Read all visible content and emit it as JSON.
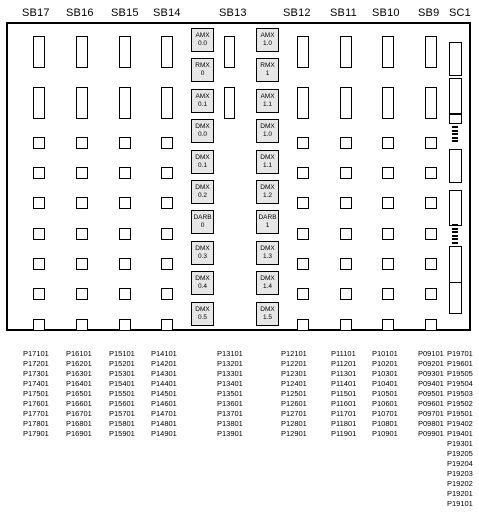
{
  "headers": [
    "SB17",
    "SB16",
    "SB15",
    "SB14",
    "SB13",
    "SB12",
    "SB11",
    "SB10",
    "SB9",
    "SC1"
  ],
  "modules_left": [
    {
      "name": "AMX",
      "value": "0.0"
    },
    {
      "name": "RMX",
      "value": "0"
    },
    {
      "name": "AMX",
      "value": "0.1"
    },
    {
      "name": "DMX",
      "value": "0.0"
    },
    {
      "name": "DMX",
      "value": "0.1"
    },
    {
      "name": "DMX",
      "value": "0.2"
    },
    {
      "name": "DARB",
      "value": "0"
    },
    {
      "name": "DMX",
      "value": "0.3"
    },
    {
      "name": "DMX",
      "value": "0.4"
    },
    {
      "name": "DMX",
      "value": "0.5"
    }
  ],
  "modules_right": [
    {
      "name": "AMX",
      "value": "1.0"
    },
    {
      "name": "RMX",
      "value": "1"
    },
    {
      "name": "AMX",
      "value": "1.1"
    },
    {
      "name": "DMX",
      "value": "1.0"
    },
    {
      "name": "DMX",
      "value": "1.1"
    },
    {
      "name": "DMX",
      "value": "1.2"
    },
    {
      "name": "DARB",
      "value": "1"
    },
    {
      "name": "DMX",
      "value": "1.3"
    },
    {
      "name": "DMX",
      "value": "1.4"
    },
    {
      "name": "DMX",
      "value": "1.5"
    }
  ],
  "port_columns": [
    {
      "id": "sb17",
      "items": [
        "P17101",
        "P17201",
        "P17301",
        "P17401",
        "P17501",
        "P17601",
        "P17701",
        "P17801",
        "P17901"
      ]
    },
    {
      "id": "sb16",
      "items": [
        "P16101",
        "P16201",
        "P16301",
        "P16401",
        "P16501",
        "P16601",
        "P16701",
        "P16801",
        "P16901"
      ]
    },
    {
      "id": "sb15",
      "items": [
        "P15101",
        "P15201",
        "P15301",
        "P15401",
        "P15501",
        "P15601",
        "P15701",
        "P15801",
        "P15901"
      ]
    },
    {
      "id": "sb14",
      "items": [
        "P14101",
        "P14201",
        "P14301",
        "P14401",
        "P14501",
        "P14601",
        "P14701",
        "P14801",
        "P14901"
      ]
    },
    {
      "id": "sb13",
      "items": [
        "P13101",
        "P13201",
        "P13301",
        "P13401",
        "P13501",
        "P13601",
        "P13701",
        "P13801",
        "P13901"
      ]
    },
    {
      "id": "sb12",
      "items": [
        "P12101",
        "P12201",
        "P12301",
        "P12401",
        "P12501",
        "P12601",
        "P12701",
        "P12801",
        "P12901"
      ]
    },
    {
      "id": "sb11",
      "items": [
        "P11101",
        "P11201",
        "P11301",
        "P11401",
        "P11501",
        "P11601",
        "P11701",
        "P11801",
        "P11901"
      ]
    },
    {
      "id": "sb10",
      "items": [
        "P10101",
        "P10201",
        "P10301",
        "P10401",
        "P10501",
        "P10601",
        "P10701",
        "P10801",
        "P10901"
      ]
    },
    {
      "id": "sb9",
      "items": [
        "P09101",
        "P09201",
        "P09301",
        "P09401",
        "P09501",
        "P09601",
        "P09701",
        "P09801",
        "P09901"
      ]
    },
    {
      "id": "sc1",
      "items": [
        "P19701",
        "P19601",
        "P19505",
        "P19504",
        "P19503",
        "P19502",
        "P19501",
        "P19402",
        "P19401",
        "P19301",
        "P19205",
        "P19204",
        "P19203",
        "P19202",
        "P19201",
        "P19101"
      ]
    }
  ]
}
